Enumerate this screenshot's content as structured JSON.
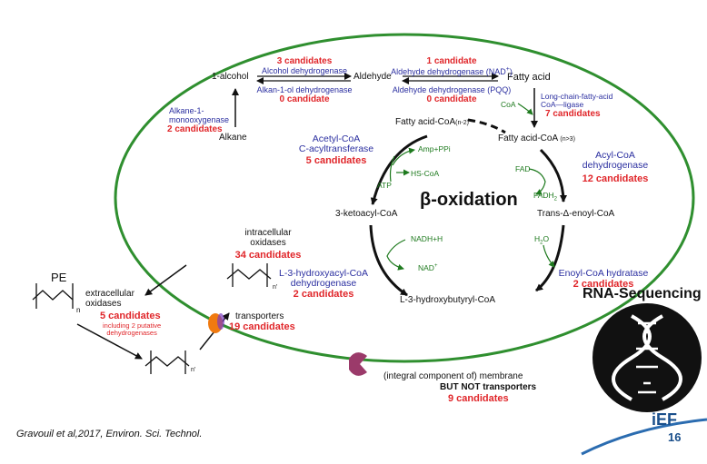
{
  "compounds": {
    "alcohol": "1-alcohol",
    "aldehyde": "Aldehyde",
    "fatty_acid": "Fatty acid",
    "alkane": "Alkane",
    "facoa": "Fatty acid-CoA",
    "n2": "(n-2)",
    "facoa2": "Fatty acid-CoA",
    "n3": "(n>3)",
    "ketoacyl": "3-ketoacyl-CoA",
    "enoyl": "Trans-Δ-enoyl-CoA",
    "hydroxybutyryl": "L-3-hydroxybutyryl-CoA"
  },
  "cycle_title": "β-oxidation",
  "enzymes": {
    "alcohol_dh": {
      "name": "Alcohol dehydrogenase",
      "candidates": "3 candidates"
    },
    "alkan_dh": {
      "name": "Alkan-1-ol dehydrogenase",
      "candidates": "0 candidate"
    },
    "aldehyde_dh_nad": {
      "name": "Aldehyde dehydrogenase (NAD",
      "sup": "+",
      "close": ")",
      "candidates": "1 candidate"
    },
    "aldehyde_dh_pqq": {
      "name": "Aldehyde dehydrogenase (PQQ)",
      "candidates": "0 candidate"
    },
    "alkane_mono": {
      "name_line1": "Alkane-1-",
      "name_line2": "monooxygenase",
      "candidates": "2 candidates"
    },
    "ligase": {
      "name_line1": "Long-chain-fatty-acid",
      "name_line2": "CoA—ligase",
      "candidates": "7 candidates"
    },
    "acyltransferase": {
      "name_line1": "Acetyl-CoA",
      "name_line2": "C-acyltransferase",
      "candidates": "5 candidates"
    },
    "acyl_dh": {
      "name_line1": "Acyl-CoA",
      "name_line2": "dehydrogenase",
      "candidates": "12 candidates"
    },
    "hydroxyacyl_dh": {
      "name_line1": "L-3-hydroxyacyl-CoA",
      "name_line2": "dehydrogenase",
      "candidates": "2 candidates"
    },
    "hydratase": {
      "name": "Enoyl-CoA hydratase",
      "candidates": "2 candidates"
    }
  },
  "cofactors": {
    "coa": "CoA",
    "amp": "Amp+PPi",
    "hscoa": "HS-CoA",
    "atp": "ATP",
    "fad": "FAD",
    "fadh": "FADH",
    "fadh_sub": "2",
    "nadh": "NADH+H",
    "nad": "NAD",
    "nad_sup": "+",
    "h": "H",
    "h_sub": "2",
    "o": "O"
  },
  "polymer": {
    "pe": "PE",
    "n": "n",
    "n_prime": "n'"
  },
  "oxidases": {
    "extracellular_line1": "extracellular",
    "extracellular_line2": "oxidases",
    "extracellular_candidates": "5 candidates",
    "note_line1": "including 2 putative",
    "note_line2": "dehydrogenases",
    "intracellular_line1": "intracellular",
    "intracellular_line2": "oxidases",
    "intracellular_candidates": "34 candidates"
  },
  "transport": {
    "label": "transporters",
    "candidates": "19 candidates"
  },
  "membrane": {
    "line1": "(integral component of) membrane",
    "line2": "BUT NOT transporters",
    "candidates": "9 candidates"
  },
  "rna_seq_label": "RNA-Sequencing",
  "citation": "Gravouil et al,2017, Environ. Sci. Technol.",
  "logo": {
    "text": "iEF",
    "slide_number": "16"
  },
  "colors": {
    "membrane": "#2f8f2f",
    "candidates": "#e0262a",
    "enzymes": "#2b2fa0",
    "cofactors": "#1e7a1e"
  }
}
